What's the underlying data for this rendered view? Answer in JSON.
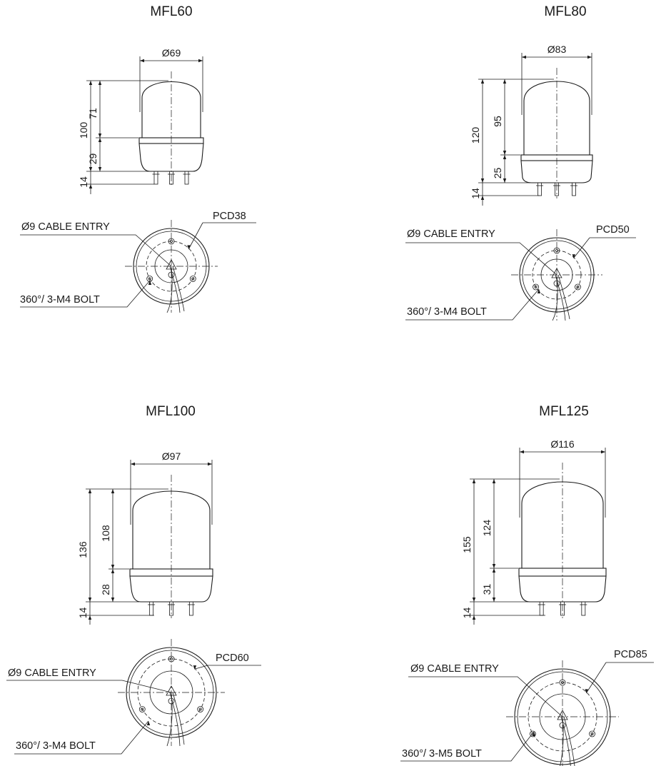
{
  "models": [
    {
      "title": "MFL60",
      "diameter": "Ø69",
      "total_height": "100",
      "dome_height": "71",
      "base_height": "29",
      "bolt_length": "14",
      "cable_entry": "Ø9 CABLE ENTRY",
      "pcd": "PCD38",
      "bolt_spec": "360°/ 3-M4 BOLT"
    },
    {
      "title": "MFL80",
      "diameter": "Ø83",
      "total_height": "120",
      "dome_height": "95",
      "base_height": "25",
      "bolt_length": "14",
      "cable_entry": "Ø9 CABLE ENTRY",
      "pcd": "PCD50",
      "bolt_spec": "360°/ 3-M4 BOLT"
    },
    {
      "title": "MFL100",
      "diameter": "Ø97",
      "total_height": "136",
      "dome_height": "108",
      "base_height": "28",
      "bolt_length": "14",
      "cable_entry": "Ø9 CABLE ENTRY",
      "pcd": "PCD60",
      "bolt_spec": "360°/ 3-M4 BOLT"
    },
    {
      "title": "MFL125",
      "diameter": "Ø116",
      "total_height": "155",
      "dome_height": "124",
      "base_height": "31",
      "bolt_length": "14",
      "cable_entry": "Ø9 CABLE ENTRY",
      "pcd": "PCD85",
      "bolt_spec": "360°/ 3-M5 BOLT"
    }
  ]
}
